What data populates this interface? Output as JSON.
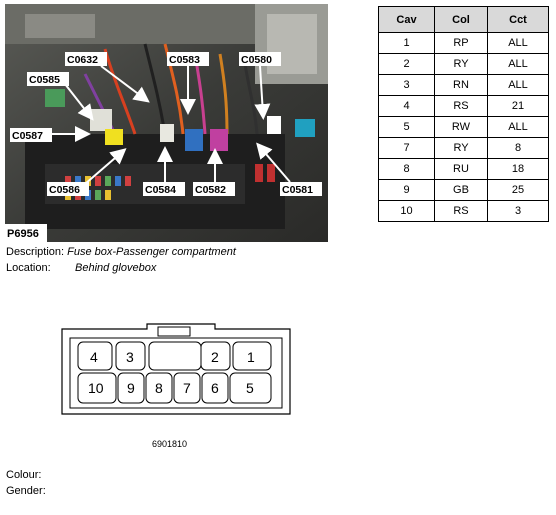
{
  "photo": {
    "id": "P6956",
    "callouts": {
      "c0632": "C0632",
      "c0583": "C0583",
      "c0580": "C0580",
      "c0585": "C0585",
      "c0587": "C0587",
      "c0586": "C0586",
      "c0584": "C0584",
      "c0582": "C0582",
      "c0581": "C0581"
    },
    "colors": {
      "background": "#3c3d3a",
      "fusebox": "#1a1a1a",
      "arrow": "#ffffff",
      "label_bg": "#ffffff"
    }
  },
  "table": {
    "headers": [
      "Cav",
      "Col",
      "Cct"
    ],
    "rows": [
      [
        "1",
        "RP",
        "ALL"
      ],
      [
        "2",
        "RY",
        "ALL"
      ],
      [
        "3",
        "RN",
        "ALL"
      ],
      [
        "4",
        "RS",
        "21"
      ],
      [
        "5",
        "RW",
        "ALL"
      ],
      [
        "7",
        "RY",
        "8"
      ],
      [
        "8",
        "RU",
        "18"
      ],
      [
        "9",
        "GB",
        "25"
      ],
      [
        "10",
        "RS",
        "3"
      ]
    ]
  },
  "description": {
    "label": "Description:",
    "value": "Fuse box-Passenger compartment"
  },
  "location": {
    "label": "Location:",
    "value": "Behind glovebox"
  },
  "connector": {
    "top_row": [
      "4",
      "3",
      "",
      "2",
      "1"
    ],
    "bottom_row": [
      "10",
      "9",
      "8",
      "7",
      "6",
      "5"
    ],
    "drawing_id": "6901810"
  },
  "footer": {
    "colour_label": "Colour:",
    "gender_label": "Gender:"
  }
}
